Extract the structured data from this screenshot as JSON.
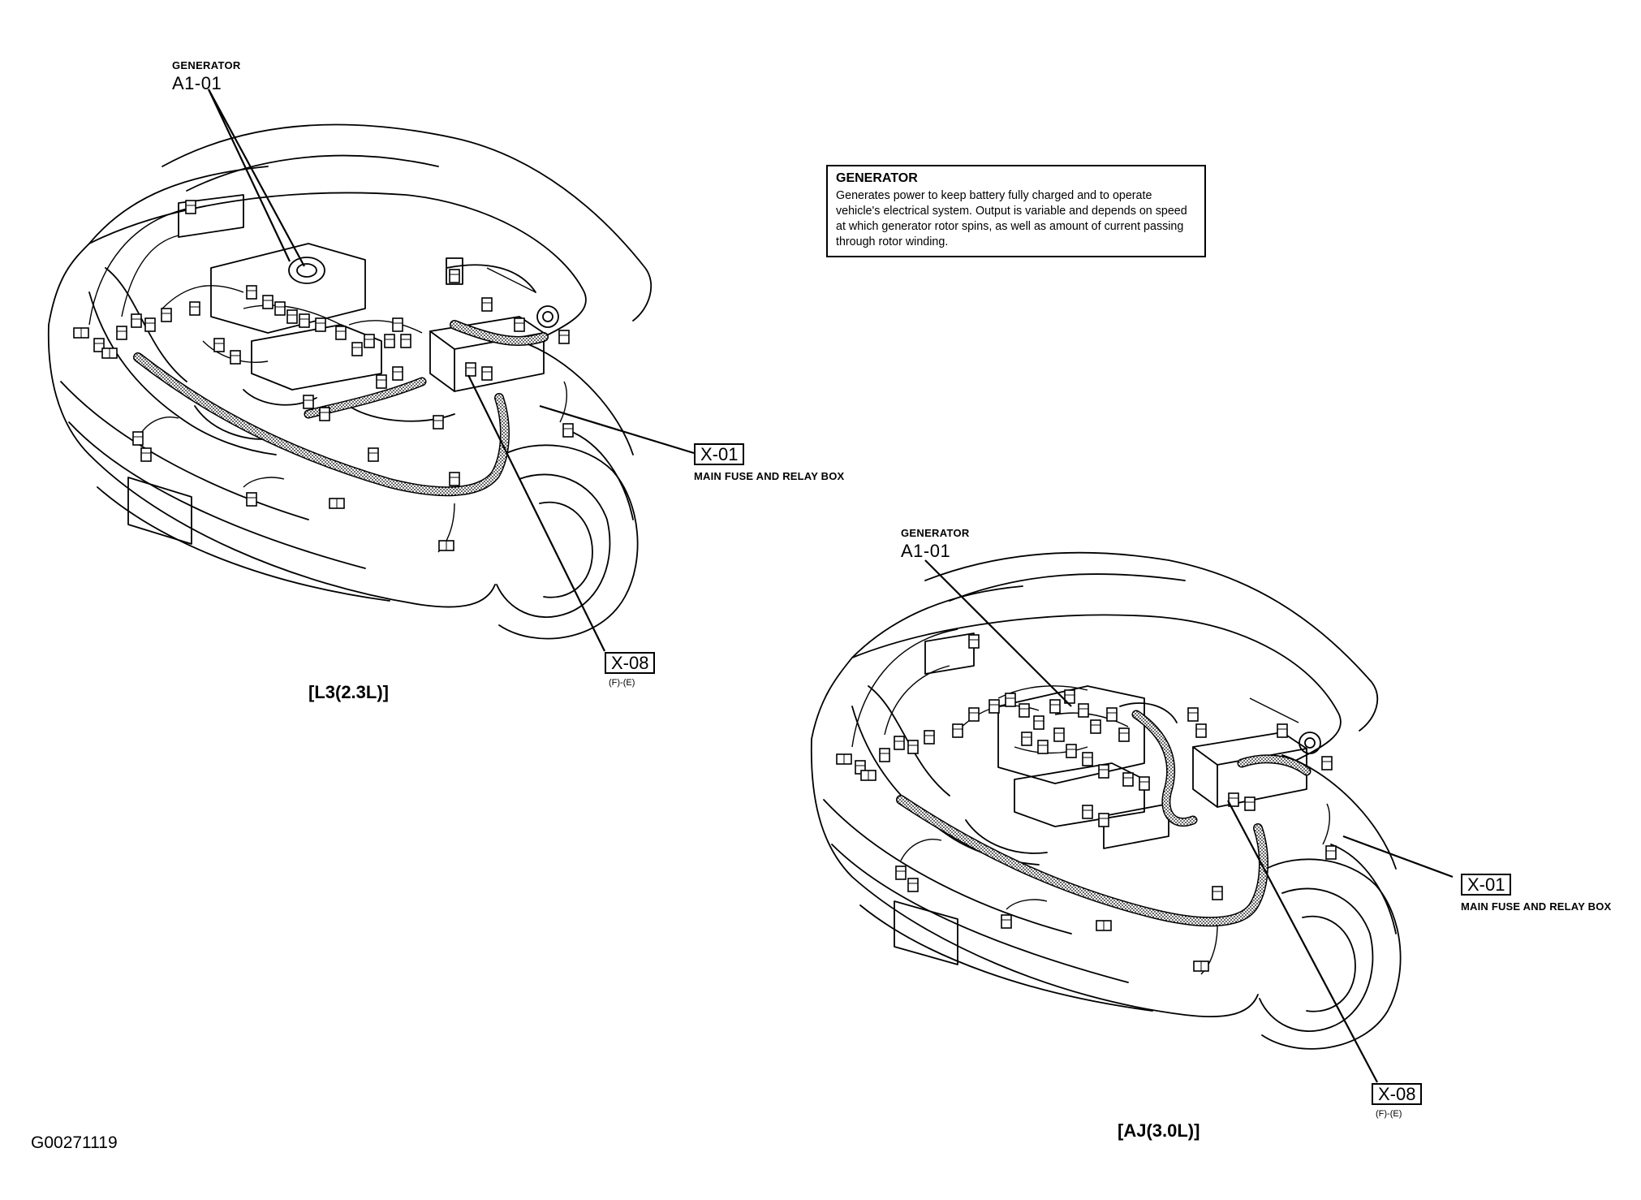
{
  "info_box": {
    "title": "GENERATOR",
    "body": "Generates power to keep battery fully charged and to operate vehicle's electrical system. Output is variable and depends on speed at which generator rotor spins, as well as amount of current passing through rotor winding."
  },
  "diagram_1": {
    "variant_label": "[L3(2.3L)]",
    "generator": {
      "name": "GENERATOR",
      "code": "A1-01"
    },
    "fuse_box": {
      "code": "X-01",
      "name": "MAIN FUSE AND RELAY BOX"
    },
    "connector": {
      "code": "X-08",
      "sub": "(F)-(E)"
    }
  },
  "diagram_2": {
    "variant_label": "[AJ(3.0L)]",
    "generator": {
      "name": "GENERATOR",
      "code": "A1-01"
    },
    "fuse_box": {
      "code": "X-01",
      "name": "MAIN FUSE AND RELAY BOX"
    },
    "connector": {
      "code": "X-08",
      "sub": "(F)-(E)"
    }
  },
  "document_id": "G00271119"
}
